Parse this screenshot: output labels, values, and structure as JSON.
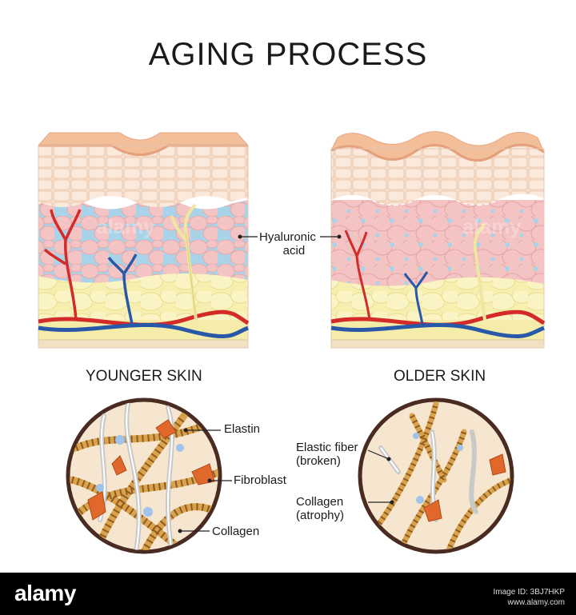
{
  "title": "AGING PROCESS",
  "panels": {
    "younger": {
      "heading": "YOUNGER SKIN"
    },
    "older": {
      "heading": "OLDER SKIN"
    }
  },
  "labels": {
    "hyaluronic_line1": "Hyaluronic",
    "hyaluronic_line2": "acid",
    "elastin": "Elastin",
    "fibroblast": "Fibroblast",
    "collagen": "Collagen",
    "elastic_fiber_line1": "Elastic fiber",
    "elastic_fiber_line2": "(broken)",
    "collagen_atrophy_line1": "Collagen",
    "collagen_atrophy_line2": "(atrophy)"
  },
  "watermark": {
    "text": "alamy"
  },
  "footer": {
    "brand": "alamy",
    "image_id": "Image ID: 3BJ7HKP",
    "site": "www.alamy.com"
  },
  "colors": {
    "epidermis": "#f3bf9b",
    "epidermis_cells": "#f7e0d0",
    "dermis": "#f6c4c4",
    "hyaluronic": "#a7d4ea",
    "fat": "#f5efaa",
    "artery": "#d32a2a",
    "vein": "#2858a8",
    "nerve": "#f2eaa0",
    "circle_bg": "#f6e6cf",
    "circle_border": "#4a2b22",
    "collagen_fiber": "#d9a24c",
    "fibroblast": "#e0682a"
  }
}
